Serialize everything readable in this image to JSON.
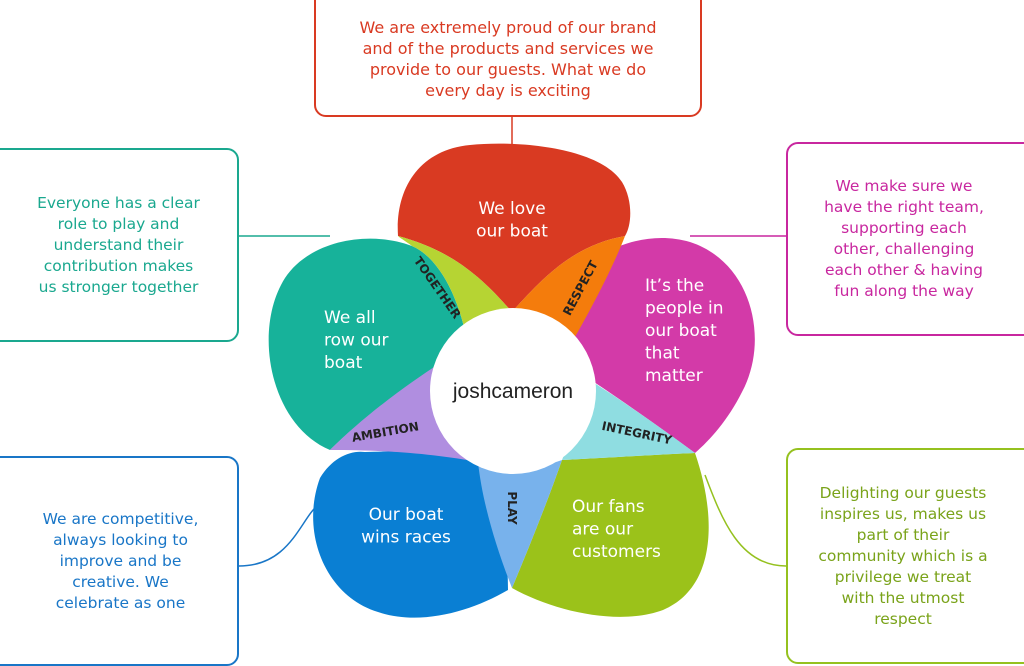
{
  "center": {
    "label": "joshcameron"
  },
  "petals": {
    "top": "We love our boat",
    "left": "We all row our boat",
    "right": "It’s the people in our boat that matter",
    "bottom_left": "Our boat wins races",
    "bottom_right": "Our fans are our customers"
  },
  "values": {
    "together": "TOGETHER",
    "respect": "RESPECT",
    "integrity": "INTEGRITY",
    "play": "PLAY",
    "ambition": "AMBITION"
  },
  "boxes": {
    "top": "We are extremely proud of our brand and of the products and services we provide to our guests. What we do every day is exciting",
    "left": "Everyone has a clear role to play and understand their contribution makes us stronger together",
    "right": "We make sure we have the right team, supporting each other, challenging each other & having fun along the way",
    "bottom_left": "We are competitive, always looking to improve and be creative. We celebrate as one",
    "bottom_right": "Delighting our guests inspires us, makes us part of their community which is a privilege we treat with the utmost respect"
  },
  "colors": {
    "red": "#d93a22",
    "teal": "#17b29a",
    "magenta": "#d33aa8",
    "blue": "#0a7fd3",
    "green": "#9bc21a",
    "lime": "#b6d433",
    "orange": "#f47c0c",
    "cyan": "#8fdde1",
    "light_blue": "#78b2ec",
    "purple": "#b08ee0"
  }
}
